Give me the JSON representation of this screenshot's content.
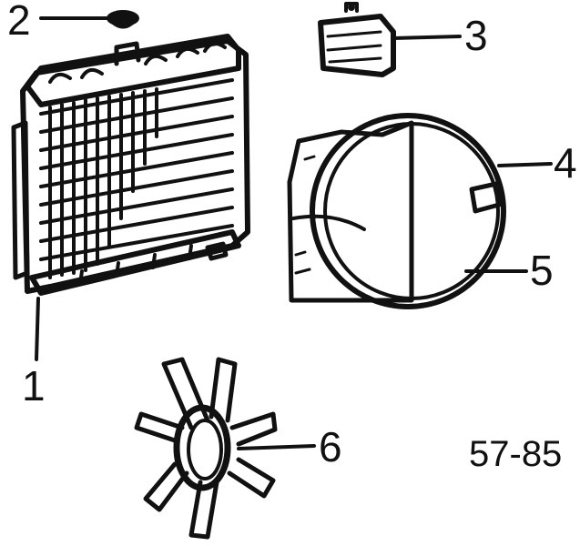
{
  "callouts": [
    {
      "id": "1",
      "label": "1",
      "part": "radiator"
    },
    {
      "id": "2",
      "label": "2",
      "part": "radiator-cap"
    },
    {
      "id": "3",
      "label": "3",
      "part": "expansion-tank"
    },
    {
      "id": "4",
      "label": "4",
      "part": "fan-shroud-upper"
    },
    {
      "id": "5",
      "label": "5",
      "part": "fan-shroud-ring"
    },
    {
      "id": "6",
      "label": "6",
      "part": "fan"
    }
  ],
  "diagram_code": "57-85",
  "colors": {
    "ink": "#111111",
    "paper": "#ffffff"
  }
}
